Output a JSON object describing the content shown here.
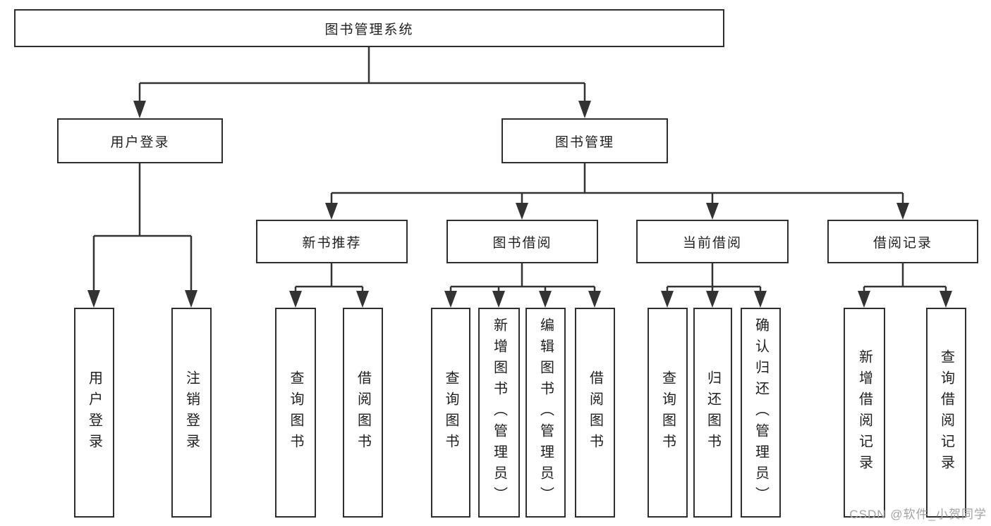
{
  "tree": {
    "root": {
      "label": "图书管理系统",
      "children": [
        {
          "label": "用户登录",
          "children": [
            {
              "label": "用户登录"
            },
            {
              "label": "注销登录"
            }
          ]
        },
        {
          "label": "图书管理",
          "children": [
            {
              "label": "新书推荐",
              "children": [
                {
                  "label": "查询图书"
                },
                {
                  "label": "借阅图书"
                }
              ]
            },
            {
              "label": "图书借阅",
              "children": [
                {
                  "label": "查询图书"
                },
                {
                  "label": "新增图书（管理员）"
                },
                {
                  "label": "编辑图书（管理员）"
                },
                {
                  "label": "借阅图书"
                }
              ]
            },
            {
              "label": "当前借阅",
              "children": [
                {
                  "label": "查询图书"
                },
                {
                  "label": "归还图书"
                },
                {
                  "label": "确认归还（管理员）"
                }
              ]
            },
            {
              "label": "借阅记录",
              "children": [
                {
                  "label": "新增借阅记录"
                },
                {
                  "label": "查询借阅记录"
                }
              ]
            }
          ]
        }
      ]
    }
  },
  "colors": {
    "line": "#333333",
    "border": "#2e2e2e",
    "text": "#1f1f1f",
    "watermark": "#a3a3a3"
  },
  "watermark": {
    "text": "CSDN @软件_小贺同学"
  }
}
